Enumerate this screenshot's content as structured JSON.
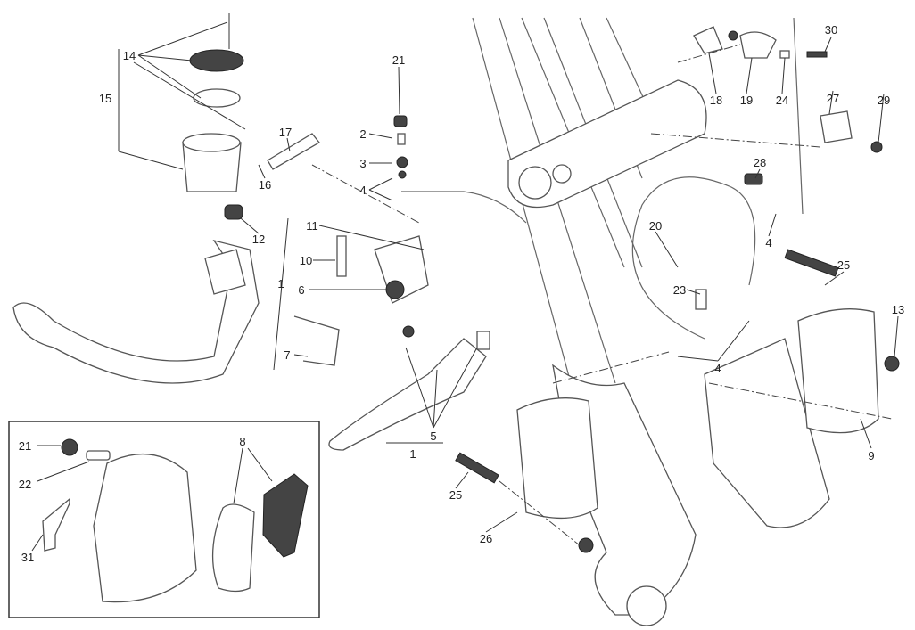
{
  "diagram": {
    "title": "Front brake system exploded view",
    "callouts": [
      "14",
      "15",
      "17",
      "16",
      "12",
      "21",
      "2",
      "3",
      "4",
      "11",
      "10",
      "1",
      "6",
      "7",
      "5",
      "1",
      "30",
      "18",
      "19",
      "24",
      "27",
      "29",
      "28",
      "4",
      "20",
      "25",
      "23",
      "13",
      "4",
      "9",
      "25",
      "26"
    ],
    "inset_callouts": [
      "21",
      "22",
      "8",
      "31"
    ]
  }
}
